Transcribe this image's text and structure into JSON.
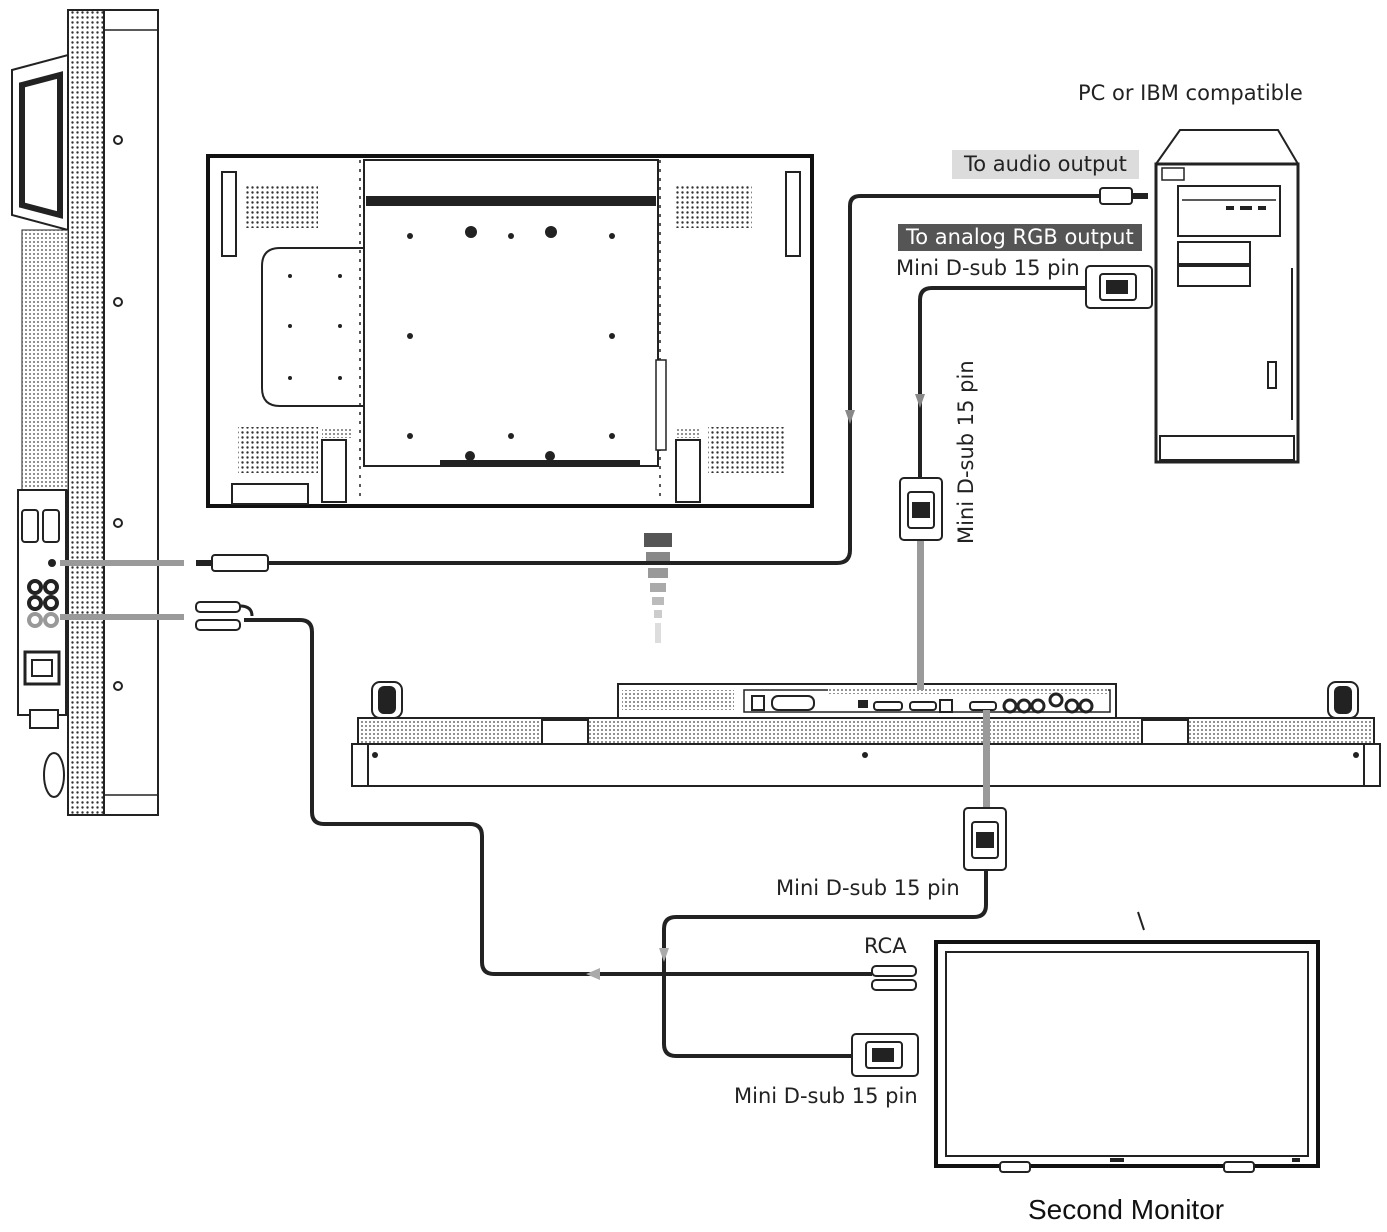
{
  "labels": {
    "pc_title": "PC or IBM compatible",
    "audio_output": "To audio output",
    "analog_rgb_output": "To analog RGB output",
    "dsub_pc": "Mini D-sub 15 pin",
    "dsub_vertical": "Mini D-sub 15 pin",
    "dsub_loop_out": "Mini D-sub 15 pin",
    "rca": "RCA",
    "dsub_second_monitor": "Mini D-sub 15 pin",
    "second_monitor": "Second Monitor"
  },
  "colors": {
    "line_dark": "#222222",
    "line_gray": "#9a9a9a",
    "label_gray_bg": "#dcdcdc",
    "label_dark_bg": "#555555"
  }
}
